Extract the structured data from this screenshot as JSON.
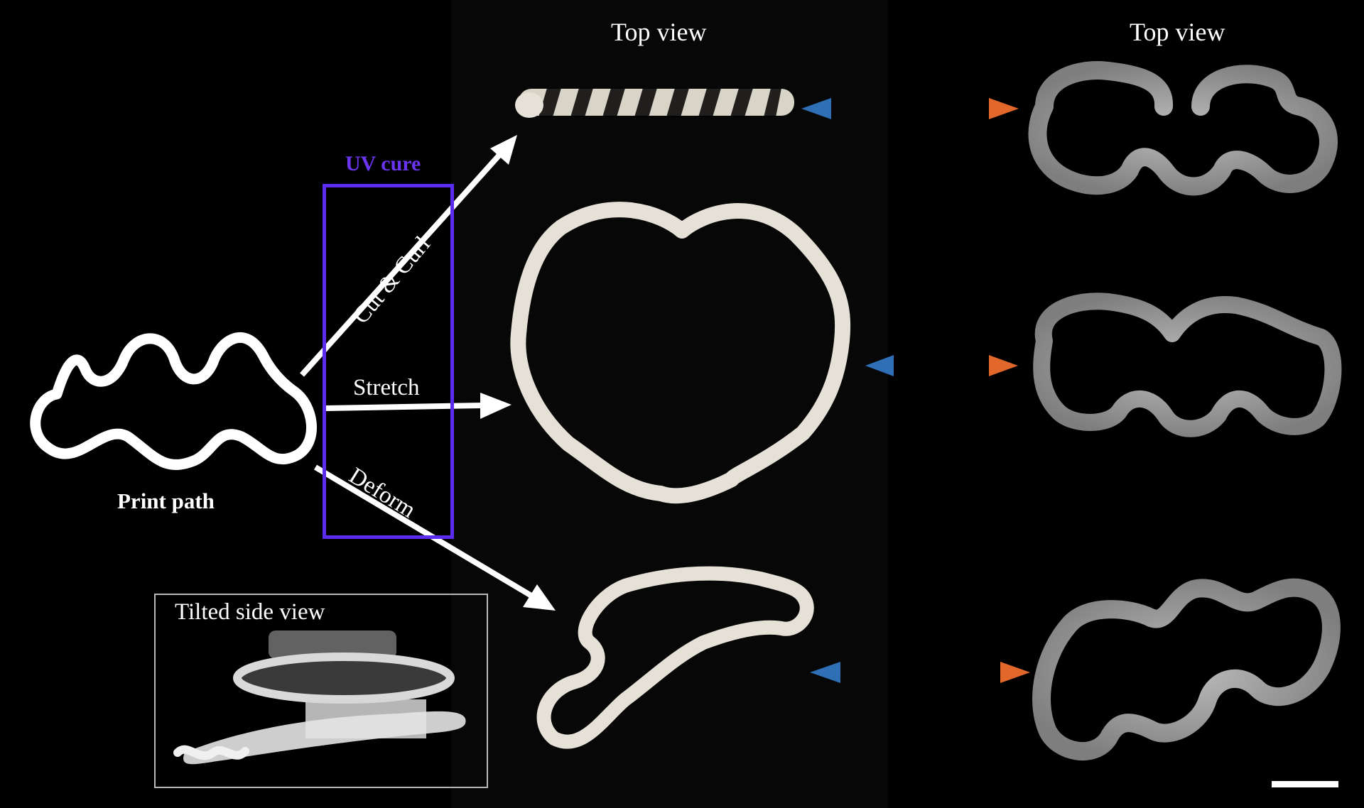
{
  "headers": {
    "top_view_middle": "Top view",
    "top_view_right": "Top view"
  },
  "labels": {
    "uv_cure": "UV cure",
    "cut_curl": "Cut & Curl",
    "stretch": "Stretch",
    "deform": "Deform",
    "print_path": "Print path",
    "inset_title": "Tilted side view"
  },
  "colors": {
    "background": "#000000",
    "uv_box": "#5a2cf0",
    "uv_text": "#6a35f0",
    "arrow_left": "#2e6fb5",
    "arrow_right": "#e2672a",
    "sample_light": "#e8e4dc",
    "sample_gray": "#9a9a9a"
  },
  "icons": {
    "arrows": "white-arrow-icon",
    "bidirectional": "double-headed-gradient-arrow-icon",
    "scale": "scale-bar"
  }
}
